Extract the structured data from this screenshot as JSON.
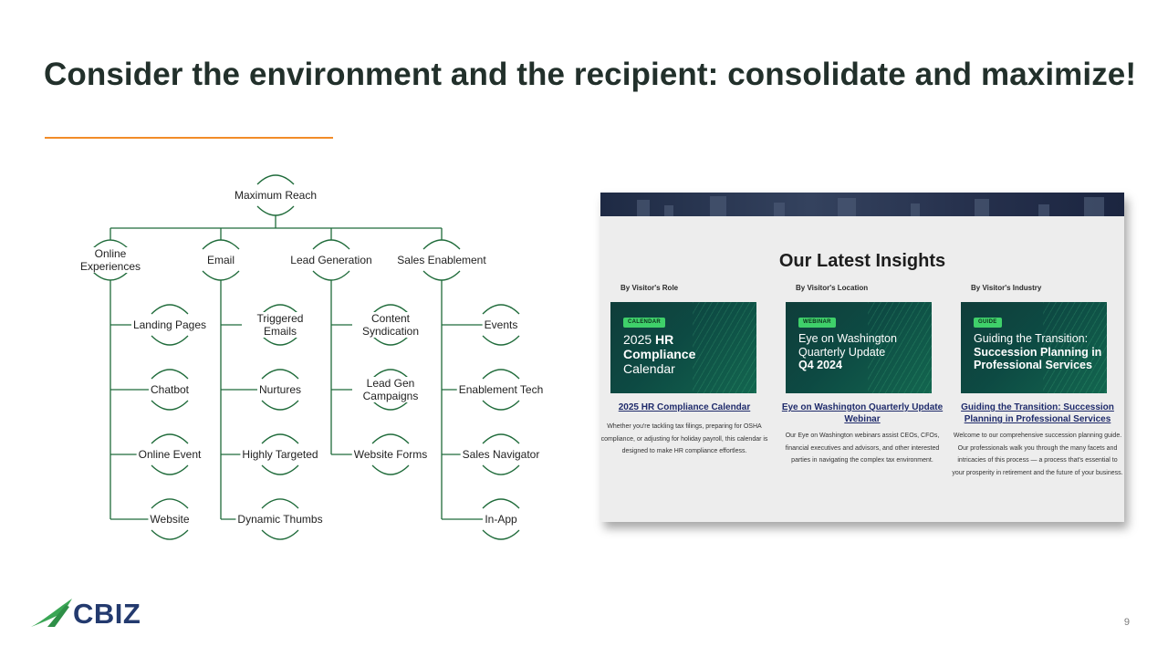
{
  "slide": {
    "title": "Consider the environment and the recipient: consolidate and maximize!",
    "page_number": "9",
    "accent_color": "#f28c28",
    "tree_color": "#1f6b3a"
  },
  "org_chart": {
    "root": "Maximum Reach",
    "branches": [
      {
        "label": "Online Experiences",
        "children": [
          "Landing Pages",
          "Chatbot",
          "Online Event",
          "Website"
        ]
      },
      {
        "label": "Email",
        "children": [
          "Triggered Emails",
          "Nurtures",
          "Highly Targeted",
          "Dynamic Thumbs"
        ]
      },
      {
        "label": "Lead Generation",
        "children": [
          "Content Syndication",
          "Lead Gen Campaigns",
          "Website Forms"
        ]
      },
      {
        "label": "Sales Enablement",
        "children": [
          "Events",
          "Enablement Tech",
          "Sales Navigator",
          "In-App"
        ]
      }
    ]
  },
  "website": {
    "heading": "Our Latest Insights",
    "columns": [
      {
        "label": "By Visitor's Role",
        "tag": "CALENDAR",
        "card_lines": [
          {
            "text": "2025 ",
            "bold": "HR"
          },
          {
            "text": "",
            "bold": "Compliance"
          },
          {
            "text": "Calendar",
            "bold": ""
          }
        ],
        "link": "2025 HR Compliance Calendar",
        "description": "Whether you're tackling tax filings, preparing for OSHA compliance, or adjusting for holiday payroll, this calendar is designed to make HR compliance effortless."
      },
      {
        "label": "By Visitor's Location",
        "tag": "WEBINAR",
        "card_lines": [
          {
            "text": "Eye on Washington",
            "bold": ""
          },
          {
            "text": "Quarterly Update",
            "bold": ""
          },
          {
            "text": "",
            "bold": "Q4 2024"
          }
        ],
        "link": "Eye on Washington Quarterly Update Webinar",
        "description": "Our Eye on Washington webinars assist CEOs, CFOs, financial executives and advisors, and other interested parties in navigating the complex tax environment."
      },
      {
        "label": "By Visitor's Industry",
        "tag": "GUIDE",
        "card_lines": [
          {
            "text": "Guiding the Transition:",
            "bold": ""
          },
          {
            "text": "",
            "bold": "Succession Planning in"
          },
          {
            "text": "",
            "bold": "Professional Services"
          }
        ],
        "link": "Guiding the Transition: Succession Planning in Professional Services",
        "description": "Welcome to our comprehensive succession planning guide. Our professionals walk you through the many facets and intricacies of this process — a process that's essential to your prosperity in retirement and the future of your business."
      }
    ]
  },
  "logo": {
    "text": "CBIZ",
    "mark_color": "#3aa655",
    "text_color": "#233a6e"
  }
}
